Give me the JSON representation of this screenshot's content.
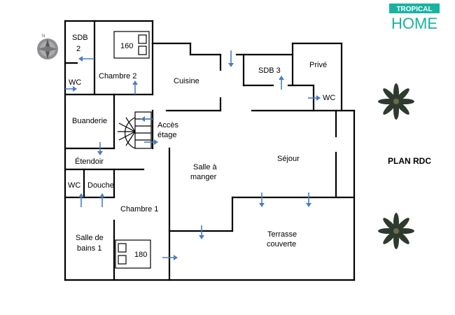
{
  "logo": {
    "line1": "TROPICAL",
    "line2": "HOME",
    "colors": {
      "primary": "#18b3a0",
      "banner": "#18b3a0"
    }
  },
  "plan_title": "PLAN RDC",
  "rooms": {
    "sdb2": "SDB",
    "sdb2_num": "2",
    "wc_top": "WC",
    "chambre2": "Chambre 2",
    "bed160": "160",
    "cuisine": "Cuisine",
    "sdb3": "SDB 3",
    "prive": "Privé",
    "wc_right": "WC",
    "buanderie": "Buanderie",
    "acces1": "Accès",
    "acces2": "étage",
    "etendoir": "Étendoir",
    "salle_manger1": "Salle à",
    "salle_manger2": "manger",
    "sejour": "Séjour",
    "wc_left": "WC",
    "douche": "Douche",
    "chambre1": "Chambre 1",
    "salle_bains1": "Salle de",
    "salle_bains2": "bains 1",
    "bed180": "180",
    "terrasse1": "Terrasse",
    "terrasse2": "couverte"
  },
  "icons": [
    "compass-icon",
    "palm-tree-icon",
    "bed-icon",
    "stairs-icon",
    "door-arrow-icon"
  ],
  "accent": "#4a7ebf"
}
